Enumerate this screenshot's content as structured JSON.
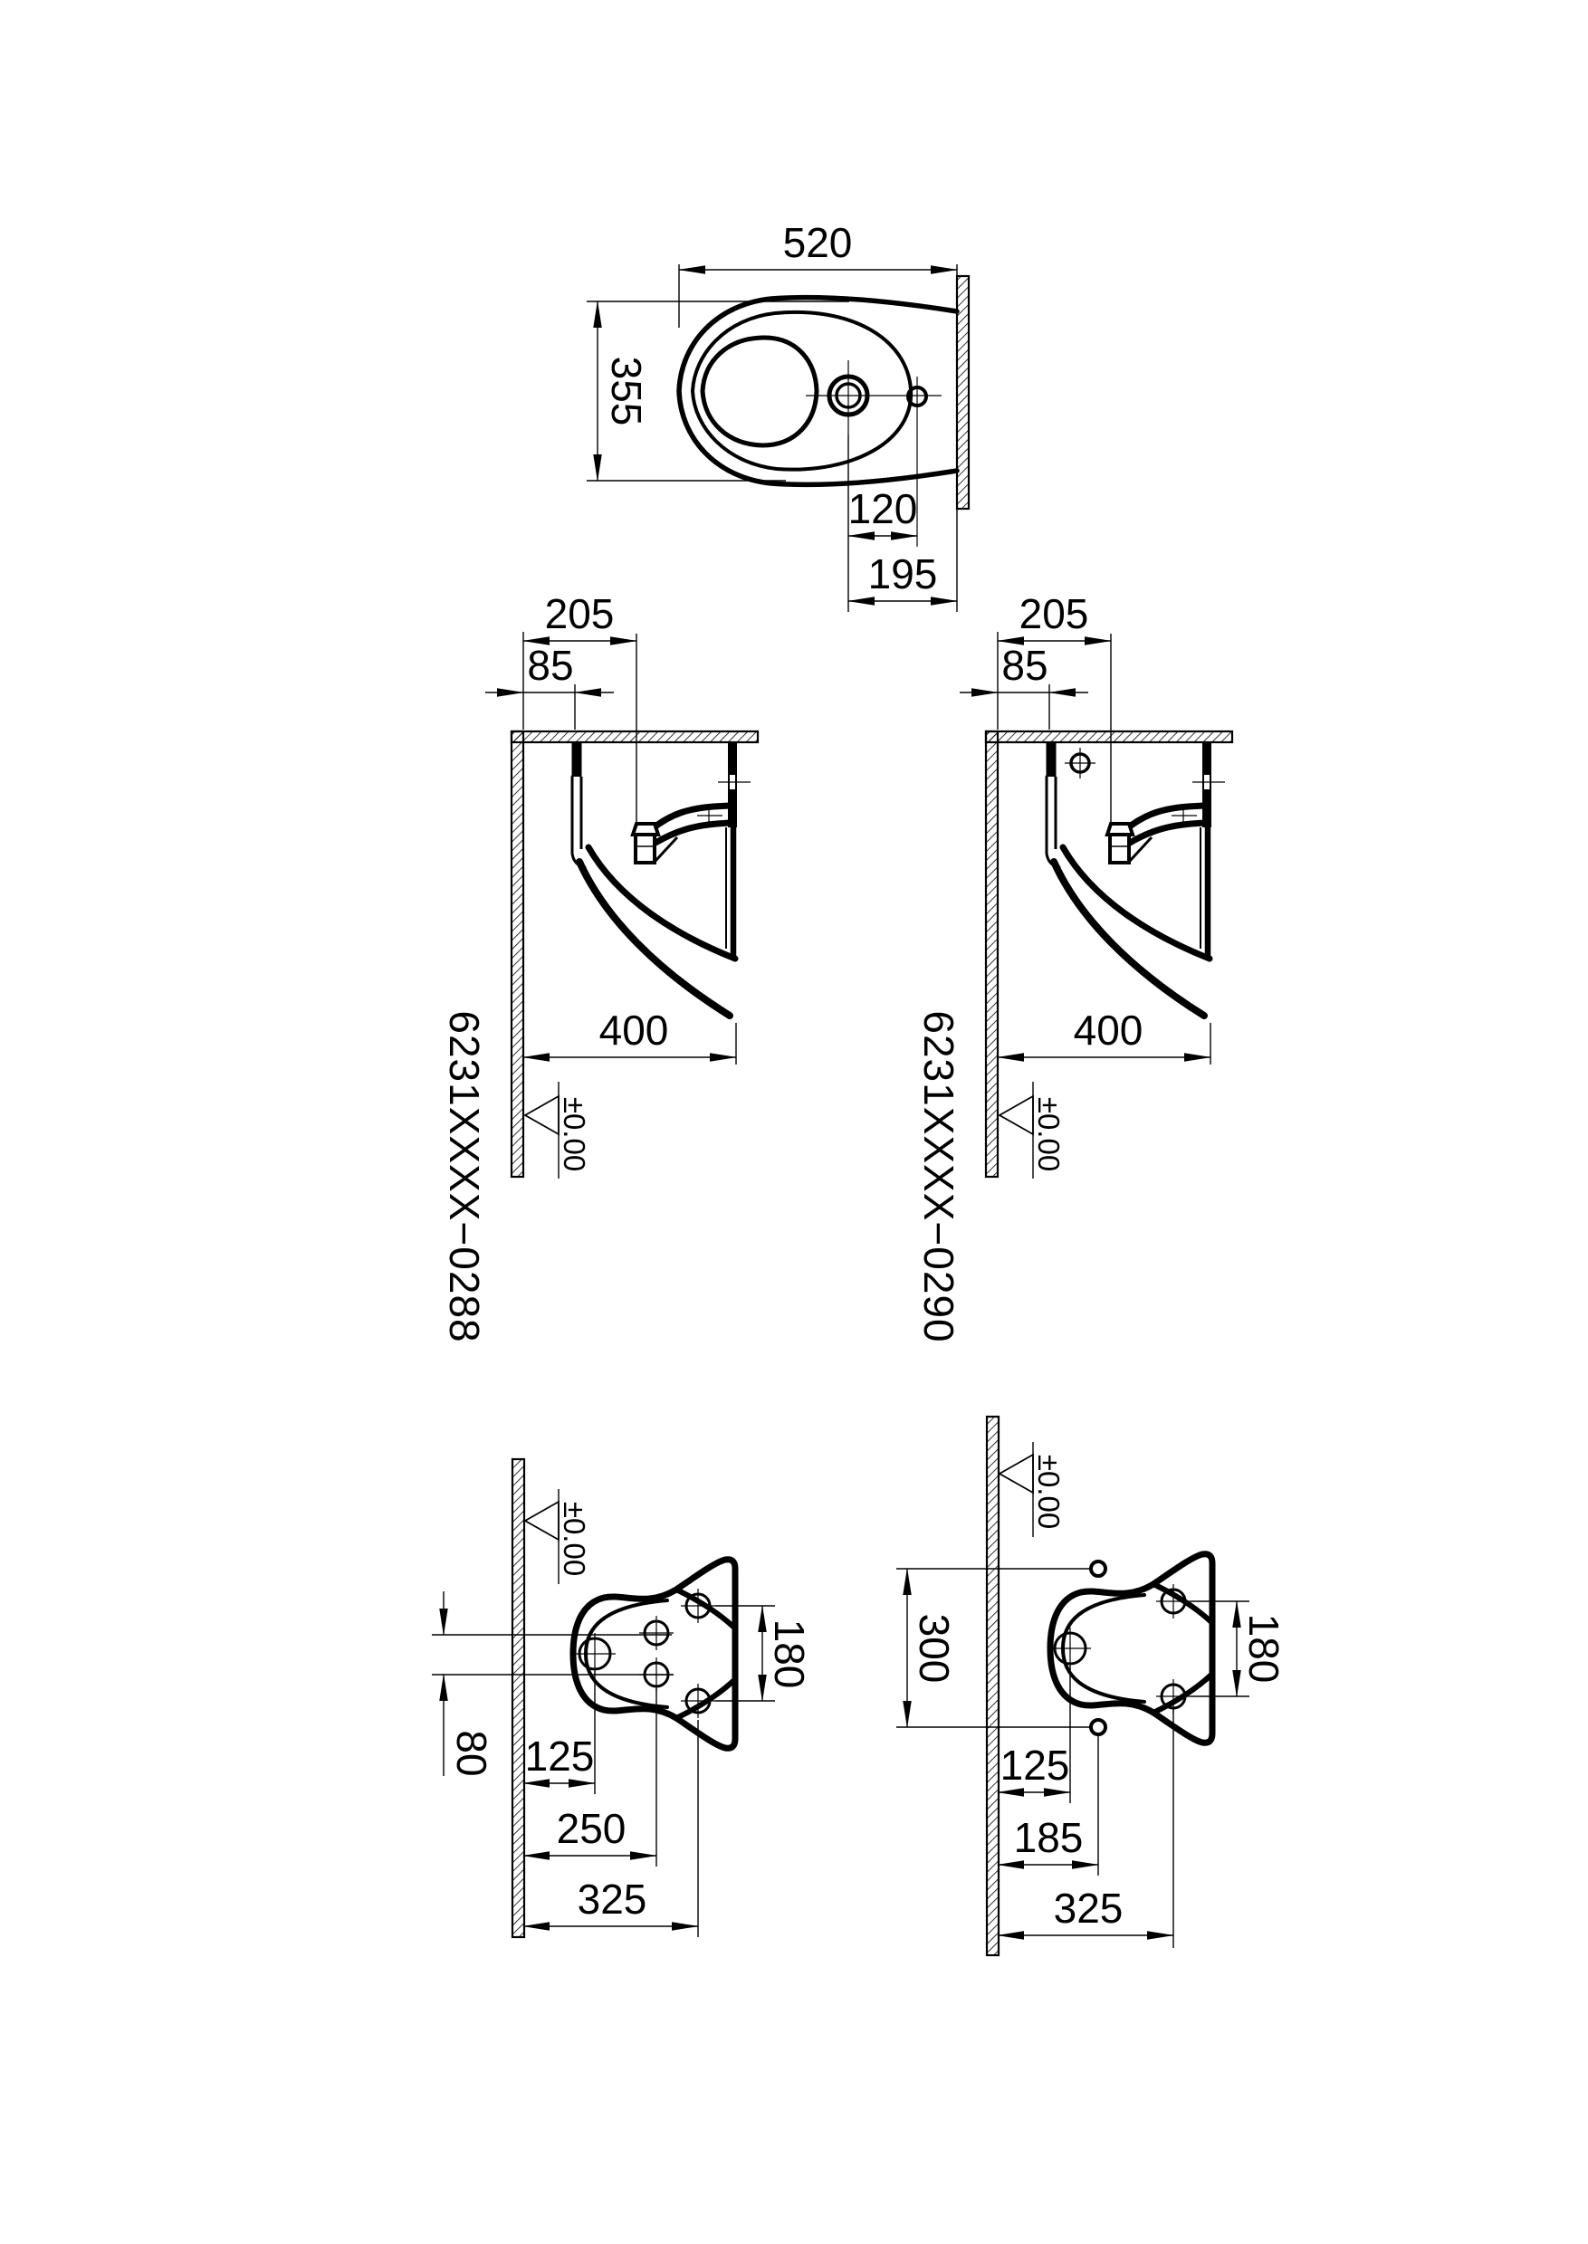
{
  "colors": {
    "ink": "#000000",
    "paper": "#ffffff"
  },
  "plan_view": {
    "dim_width": "520",
    "dim_depth": "355",
    "dim_hole_spacing": "120",
    "dim_hole_to_wall": "195"
  },
  "side_view_0288": {
    "product_code": "6231XXXX−0288",
    "dim_tap_hole": "205",
    "dim_fixing_hole": "85",
    "dim_height": "400",
    "level_mark": "±0.00"
  },
  "side_view_0290": {
    "product_code": "6231XXXX−0290",
    "dim_tap_hole": "205",
    "dim_fixing_hole": "85",
    "dim_height": "400",
    "level_mark": "±0.00"
  },
  "front_view_0288": {
    "dim_hole_offset": "80",
    "dim_side_holes": "180",
    "dim_drain": "125",
    "dim_fixing": "250",
    "dim_side_fixing": "325",
    "level_mark": "±0.00"
  },
  "front_view_0290": {
    "dim_span": "300",
    "dim_side_holes": "180",
    "dim_drain": "125",
    "dim_tap": "185",
    "dim_side_fixing": "325",
    "level_mark": "±0.00"
  }
}
